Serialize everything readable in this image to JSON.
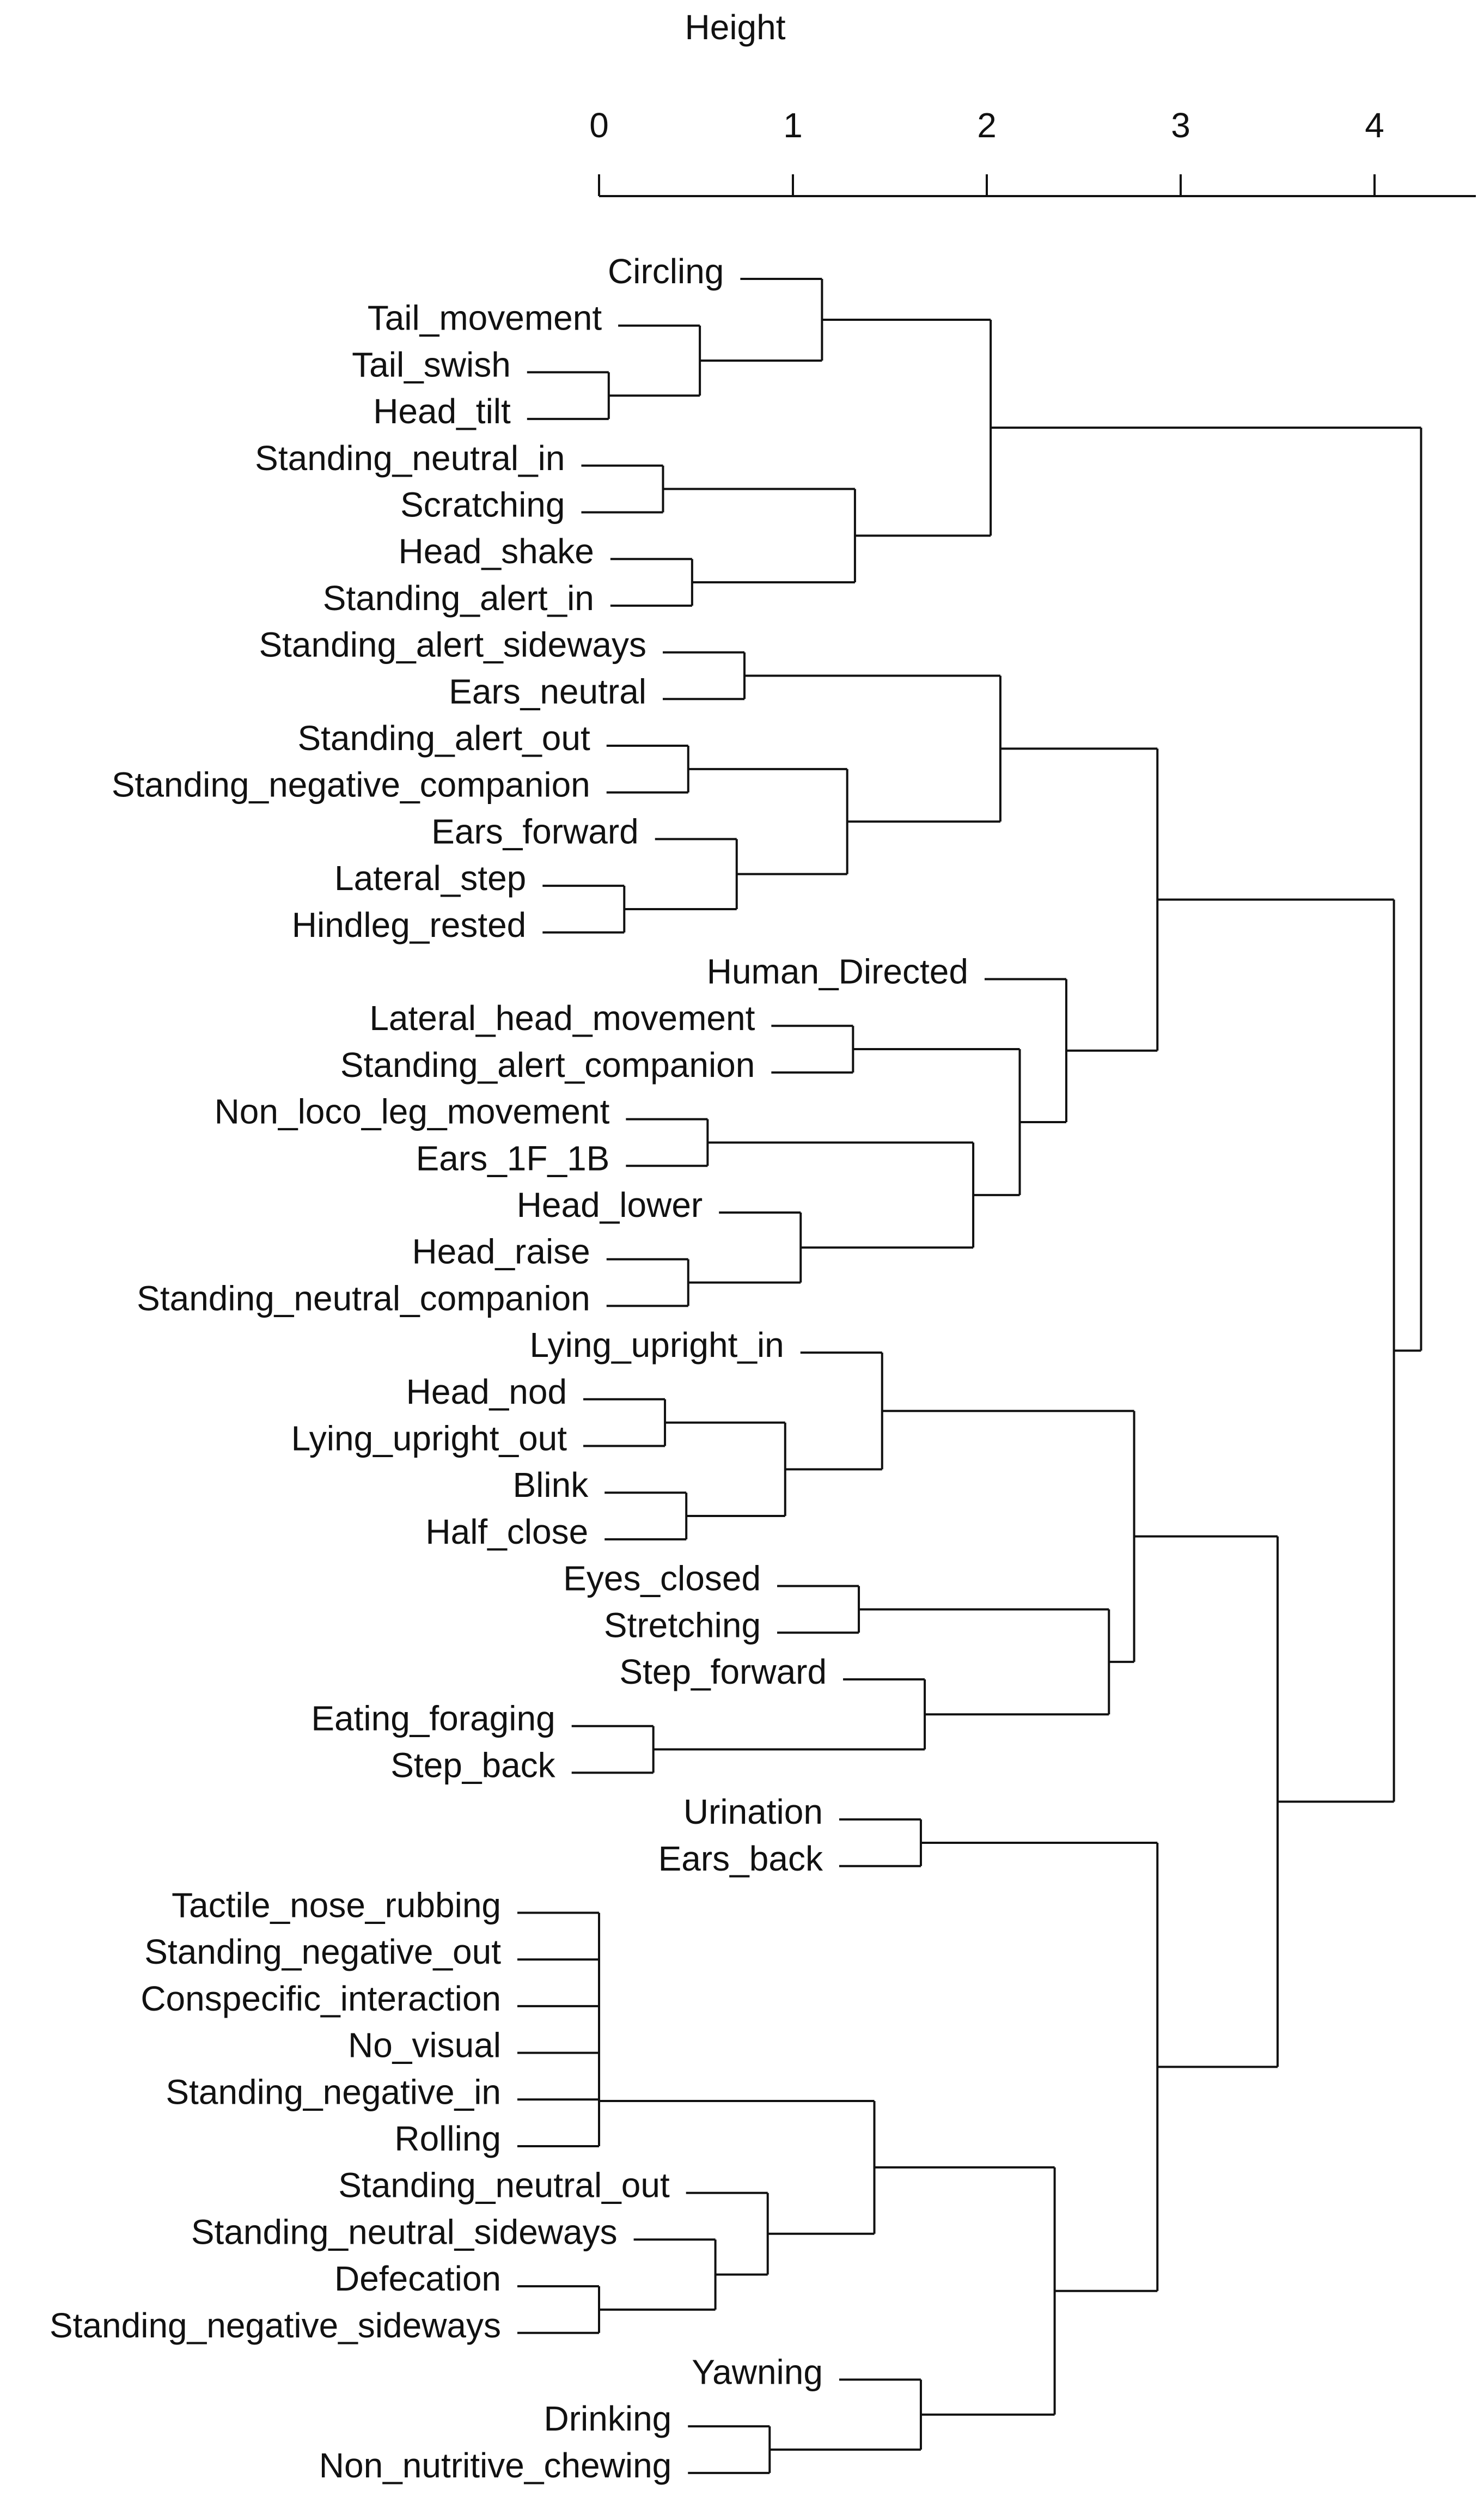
{
  "axis": {
    "title": "Height",
    "ticks": [
      "0",
      "1",
      "2",
      "3",
      "4"
    ]
  },
  "chart_data": {
    "type": "dendrogram",
    "orientation": "horizontal",
    "height_range": [
      0,
      4.5
    ],
    "leaves": [
      "Circling",
      "Tail_movement",
      "Tail_swish",
      "Head_tilt",
      "Standing_neutral_in",
      "Scratching",
      "Head_shake",
      "Standing_alert_in",
      "Standing_alert_sideways",
      "Ears_neutral",
      "Standing_alert_out",
      "Standing_negative_companion",
      "Ears_forward",
      "Lateral_step",
      "Hindleg_rested",
      "Human_Directed",
      "Lateral_head_movement",
      "Standing_alert_companion",
      "Non_loco_leg_movement",
      "Ears_1F_1B",
      "Head_lower",
      "Head_raise",
      "Standing_neutral_companion",
      "Lying_upright_in",
      "Head_nod",
      "Lying_upright_out",
      "Blink",
      "Half_close",
      "Eyes_closed",
      "Stretching",
      "Step_forward",
      "Eating_foraging",
      "Step_back",
      "Urination",
      "Ears_back",
      "Tactile_nose_rubbing",
      "Standing_negative_out",
      "Conspecific_interaction",
      "No_visual",
      "Standing_negative_in",
      "Rolling",
      "Standing_neutral_out",
      "Standing_neutral_sideways",
      "Defecation",
      "Standing_negative_sideways",
      "Yawning",
      "Drinking",
      "Non_nutritive_chewing"
    ],
    "merges": [
      {
        "left": "Tail_swish",
        "right": "Head_tilt",
        "height": 0.05
      },
      {
        "left": "Tail_movement",
        "right": "n0",
        "height": 0.52
      },
      {
        "left": "Circling",
        "right": "n1",
        "height": 1.15
      },
      {
        "left": "Standing_neutral_in",
        "right": "Scratching",
        "height": 0.33
      },
      {
        "left": "Head_shake",
        "right": "Standing_alert_in",
        "height": 0.48
      },
      {
        "left": "n3",
        "right": "n4",
        "height": 1.32
      },
      {
        "left": "n2",
        "right": "n5",
        "height": 2.02
      },
      {
        "left": "Standing_alert_sideways",
        "right": "Ears_neutral",
        "height": 0.75
      },
      {
        "left": "Standing_alert_out",
        "right": "Standing_negative_companion",
        "height": 0.46
      },
      {
        "left": "Lateral_step",
        "right": "Hindleg_rested",
        "height": 0.13
      },
      {
        "left": "Ears_forward",
        "right": "n9",
        "height": 0.71
      },
      {
        "left": "n8",
        "right": "n10",
        "height": 1.28
      },
      {
        "left": "n7",
        "right": "n11",
        "height": 2.07
      },
      {
        "left": "Lateral_head_movement",
        "right": "Standing_alert_companion",
        "height": 1.31
      },
      {
        "left": "Non_loco_leg_movement",
        "right": "Ears_1F_1B",
        "height": 0.56
      },
      {
        "left": "Head_raise",
        "right": "Standing_neutral_companion",
        "height": 0.46
      },
      {
        "left": "Head_lower",
        "right": "n15",
        "height": 1.04
      },
      {
        "left": "n14",
        "right": "n16",
        "height": 1.93
      },
      {
        "left": "n13",
        "right": "n17",
        "height": 2.17
      },
      {
        "left": "Human_Directed",
        "right": "n18",
        "height": 2.41
      },
      {
        "left": "n12",
        "right": "n19",
        "height": 2.88
      },
      {
        "left": "Head_nod",
        "right": "Lying_upright_out",
        "height": 0.34
      },
      {
        "left": "Blink",
        "right": "Half_close",
        "height": 0.45
      },
      {
        "left": "n21",
        "right": "n22",
        "height": 0.96
      },
      {
        "left": "Lying_upright_in",
        "right": "n23",
        "height": 1.46
      },
      {
        "left": "Eyes_closed",
        "right": "Stretching",
        "height": 1.34
      },
      {
        "left": "Eating_foraging",
        "right": "Step_back",
        "height": 0.28
      },
      {
        "left": "Step_forward",
        "right": "n26",
        "height": 1.68
      },
      {
        "left": "n25",
        "right": "n27",
        "height": 2.63
      },
      {
        "left": "n24",
        "right": "n28",
        "height": 2.76
      },
      {
        "left": "Urination",
        "right": "Ears_back",
        "height": 1.66
      },
      {
        "left": "Tactile_nose_rubbing",
        "right": "Standing_negative_out",
        "height": 0.0
      },
      {
        "left": "n31",
        "right": "Conspecific_interaction",
        "height": 0.0
      },
      {
        "left": "n32",
        "right": "No_visual",
        "height": 0.0
      },
      {
        "left": "n33",
        "right": "Standing_negative_in",
        "height": 0.0
      },
      {
        "left": "n34",
        "right": "Rolling",
        "height": 0.0
      },
      {
        "left": "Defecation",
        "right": "Standing_negative_sideways",
        "height": 0.0
      },
      {
        "left": "Standing_neutral_sideways",
        "right": "n36",
        "height": 0.6
      },
      {
        "left": "Standing_neutral_out",
        "right": "n37",
        "height": 0.87
      },
      {
        "left": "n35",
        "right": "n38",
        "height": 1.42
      },
      {
        "left": "Drinking",
        "right": "Non_nutritive_chewing",
        "height": 0.88
      },
      {
        "left": "Yawning",
        "right": "n40",
        "height": 1.66
      },
      {
        "left": "n39",
        "right": "n41",
        "height": 2.35
      },
      {
        "left": "n30",
        "right": "n42",
        "height": 2.88
      },
      {
        "left": "n29",
        "right": "n43",
        "height": 3.5
      },
      {
        "left": "n20",
        "right": "n44",
        "height": 4.1
      },
      {
        "left": "n6",
        "right": "n45",
        "height": 4.24
      }
    ]
  }
}
